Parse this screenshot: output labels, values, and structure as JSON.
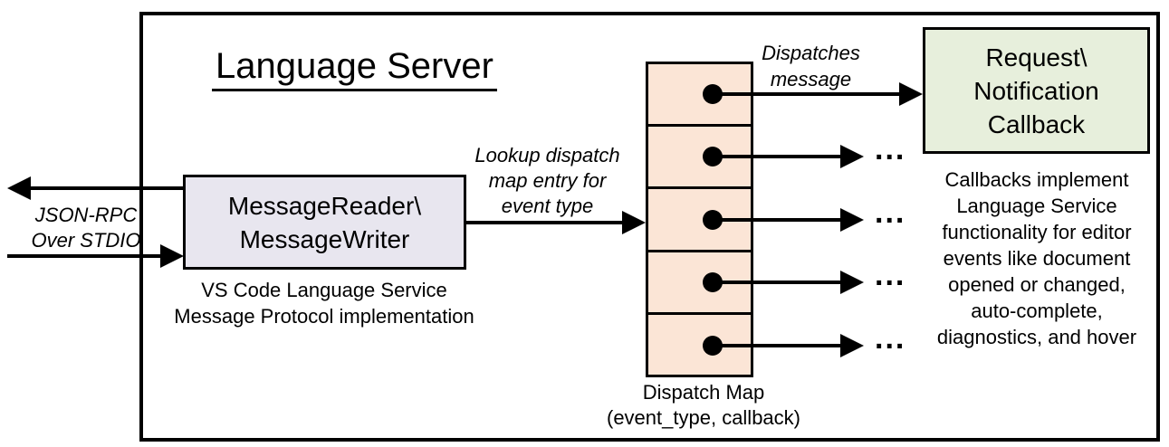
{
  "diagram": {
    "title": "Language Server",
    "io_label": {
      "line1": "JSON-RPC",
      "line2": "Over STDIO"
    },
    "message_box": {
      "line1": "MessageReader\\",
      "line2": "MessageWriter"
    },
    "message_caption": {
      "line1": "VS Code Language Service",
      "line2": "Message Protocol implementation"
    },
    "lookup_label": {
      "line1": "Lookup dispatch",
      "line2": "map entry for",
      "line3": "event type"
    },
    "dispatches_label": {
      "line1": "Dispatches",
      "line2": "message"
    },
    "callback_box": {
      "line1": "Request\\",
      "line2": "Notification",
      "line3": "Callback"
    },
    "callback_caption": {
      "lines": [
        "Callbacks implement",
        "Language Service",
        "functionality for editor",
        "events like document",
        "opened or changed,",
        "auto-complete,",
        "diagnostics, and hover"
      ]
    },
    "dispatch_map": {
      "caption_line1": "Dispatch Map",
      "caption_line2": "(event_type, callback)",
      "row_count": 5,
      "ellipsis": "..."
    },
    "colors": {
      "map_fill": "#fbe5d6",
      "message_fill": "#e8e6ef",
      "callback_fill": "#e7efdc",
      "line": "#000000",
      "background": "#ffffff"
    }
  }
}
